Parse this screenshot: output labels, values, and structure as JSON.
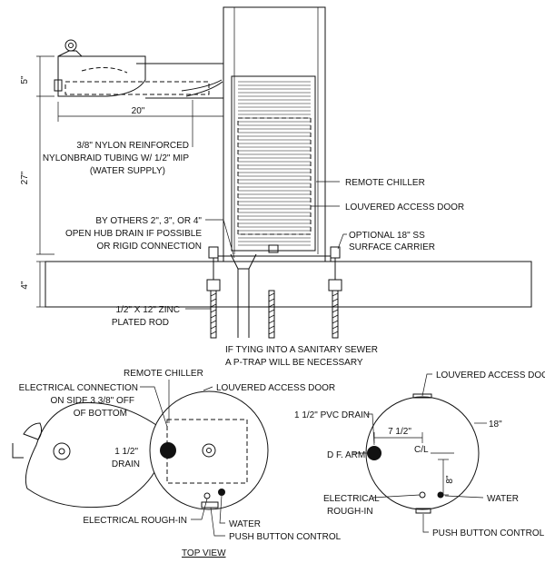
{
  "front_view": {
    "dimensions": {
      "five": "5\"",
      "twenty": "20\"",
      "twenty_seven": "27\"",
      "four": "4\""
    },
    "callouts": {
      "tubing_line1": "3/8\" NYLON REINFORCED",
      "tubing_line2": "NYLONBRAID TUBING W/ 1/2\" MIP",
      "tubing_line3": "(WATER SUPPLY)",
      "remote_chiller": "REMOTE CHILLER",
      "louvered_access_door": "LOUVERED ACCESS DOOR",
      "drain_line1": "BY OTHERS 2\", 3\", OR 4\"",
      "drain_line2": "OPEN HUB DRAIN IF POSSIBLE",
      "drain_line3": "OR RIGID CONNECTION",
      "carrier_line1": "OPTIONAL 18\" SS",
      "carrier_line2": "SURFACE CARRIER",
      "rod_line1": "1/2\" X 12\" ZINC",
      "rod_line2": "PLATED ROD",
      "sewer_line1": "IF TYING INTO A SANITARY SEWER",
      "sewer_line2": "A P-TRAP WILL BE NECESSARY"
    }
  },
  "top_view": {
    "title": "TOP VIEW",
    "callouts": {
      "remote_chiller": "REMOTE CHILLER",
      "electrical_line1": "ELECTRICAL CONNECTION",
      "electrical_line2": "ON SIDE 3 3/8\" OFF",
      "electrical_line3": "OF BOTTOM",
      "louvered_access_door": "LOUVERED ACCESS DOOR",
      "drain_line1": "1 1/2\"",
      "drain_line2": "DRAIN",
      "electrical_rough_in": "ELECTRICAL ROUGH-IN",
      "water": "WATER",
      "push_button_control": "PUSH BUTTON CONTROL"
    }
  },
  "side_view": {
    "callouts": {
      "louvered_access_door": "LOUVERED ACCESS DOOR",
      "pvc_drain": "1 1/2\" PVC DRAIN",
      "seven_half": "7 1/2\"",
      "eighteen": "18\"",
      "df_arm": "D F. ARM",
      "center_line": "C/L",
      "eight": "8\"",
      "electrical_line1": "ELECTRICAL",
      "electrical_line2": "ROUGH-IN",
      "water": "WATER",
      "push_button_control": "PUSH BUTTON CONTROL"
    }
  }
}
